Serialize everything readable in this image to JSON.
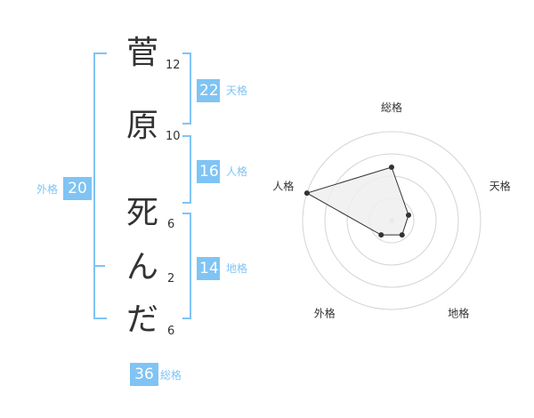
{
  "name": {
    "chars": [
      {
        "char": "菅",
        "strokes": "12"
      },
      {
        "char": "原",
        "strokes": "10"
      },
      {
        "char": "死",
        "strokes": "6"
      },
      {
        "char": "ん",
        "strokes": "2"
      },
      {
        "char": "だ",
        "strokes": "6"
      }
    ]
  },
  "kaku": {
    "tenkaku": {
      "label": "天格",
      "value": "22"
    },
    "jinkaku": {
      "label": "人格",
      "value": "16"
    },
    "chikaku": {
      "label": "地格",
      "value": "14"
    },
    "gaikaku": {
      "label": "外格",
      "value": "20"
    },
    "soukaku": {
      "label": "総格",
      "value": "36"
    }
  },
  "colors": {
    "accent": "#7fc4f4",
    "text": "#333333",
    "ring": "#d4d4d4",
    "fill": "#eeeeee"
  },
  "chart_data": {
    "type": "radar",
    "axes": [
      "総格",
      "天格",
      "地格",
      "外格",
      "人格"
    ],
    "values": [
      3,
      1,
      1,
      1,
      5
    ],
    "rlim": [
      0,
      5
    ],
    "rings": 4
  }
}
